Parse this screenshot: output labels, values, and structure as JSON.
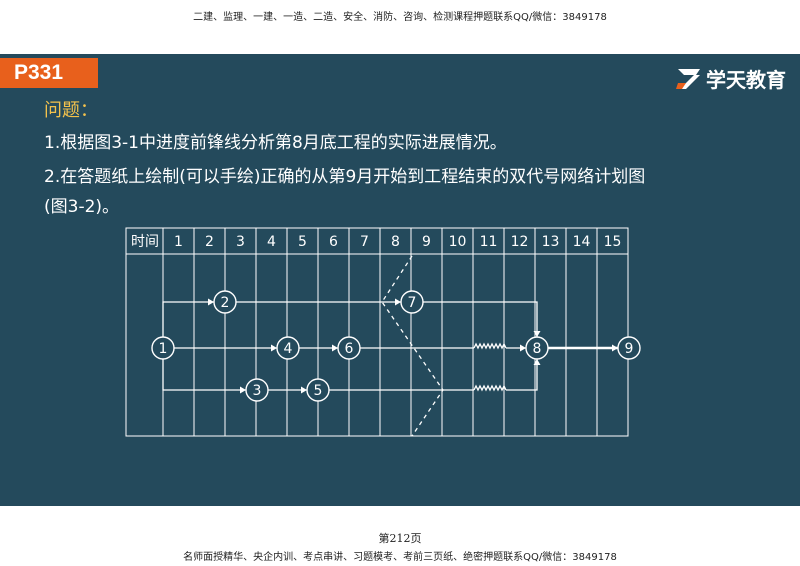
{
  "top_banner": "二建、监理、一建、一造、二造、安全、消防、咨询、检测课程押题联系QQ/微信：3849178",
  "page_tag": "P331",
  "brand": {
    "name": "学天教育",
    "logo_icon": "zt-logo-icon"
  },
  "question": {
    "title": "问题：",
    "line1": "1.根据图3-1中进度前锋线分析第8月底工程的实际进展情况。",
    "line2": "2.在答题纸上绘制(可以手绘)正确的从第9月开始到工程结束的双代号网络计划图",
    "line3": "(图3-2)。"
  },
  "schedule": {
    "header_label": "时间",
    "months": [
      "1",
      "2",
      "3",
      "4",
      "5",
      "6",
      "7",
      "8",
      "9",
      "10",
      "11",
      "12",
      "13",
      "14",
      "15"
    ],
    "nodes": [
      "1",
      "2",
      "3",
      "4",
      "5",
      "6",
      "7",
      "8",
      "9"
    ]
  },
  "footer": {
    "page_number": "第212页",
    "text": "名师面授精华、央企内训、考点串讲、习题模考、考前三页纸、绝密押题联系QQ/微信：3849178"
  },
  "colors": {
    "slide_bg": "#244a5c",
    "accent": "#e8601c",
    "title_yellow": "#f3c24c",
    "line": "#ffffff"
  }
}
